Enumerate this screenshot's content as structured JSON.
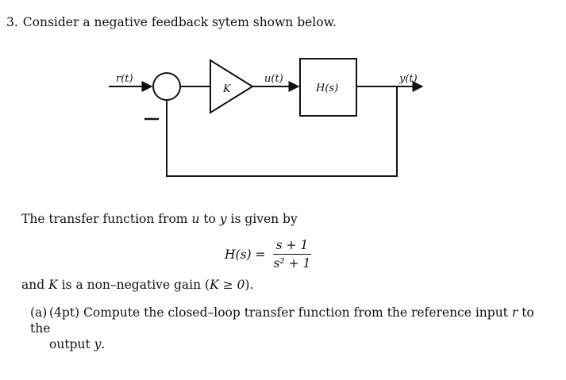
{
  "question": {
    "number": "3.",
    "title": "Consider a negative feedback sytem shown below."
  },
  "diagram": {
    "input_label": "r(t)",
    "gain_label": "K",
    "intermediate_label": "u(t)",
    "plant_label": "H(s)",
    "output_label": "y(t)",
    "feedback_sign": "–"
  },
  "transfer": {
    "intro_prefix": "The transfer function from ",
    "intro_u": "u",
    "intro_mid": " to ",
    "intro_y": "y",
    "intro_suffix": " is given by",
    "lhs": "H(s) =",
    "numerator": "s + 1",
    "denominator": "s² + 1"
  },
  "gain_condition": {
    "prefix": "and ",
    "k": "K",
    "middle": " is a non–negative gain (",
    "condition": "K ≥ 0",
    "suffix": ")."
  },
  "part_a": {
    "label": "(a)",
    "line1": "(4pt) Compute the closed–loop transfer function from the reference input ",
    "r": "r",
    "line1_end": " to the",
    "line2_prefix": "output ",
    "y": "y",
    "line2_end": "."
  }
}
